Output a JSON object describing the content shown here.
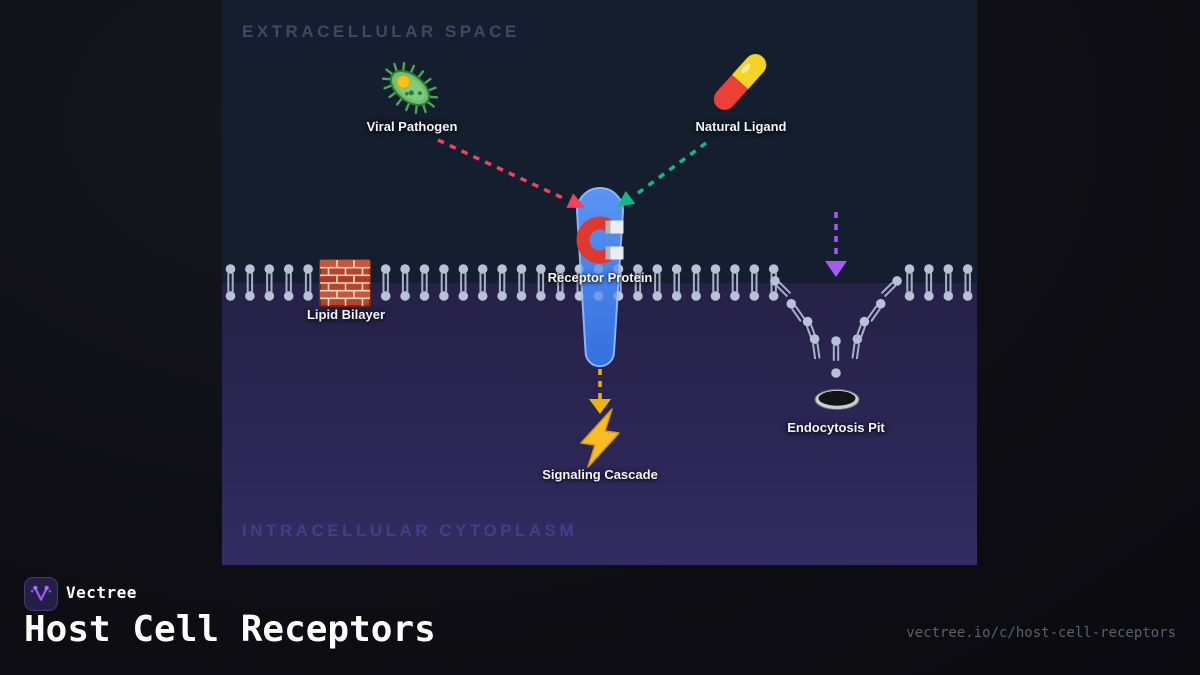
{
  "diagram": {
    "zones": {
      "extracellular": "EXTRACELLULAR SPACE",
      "intracellular": "INTRACELLULAR CYTOPLASM"
    },
    "nodes": [
      {
        "id": "viral-pathogen",
        "label": "Viral Pathogen",
        "icon": "microbe-icon"
      },
      {
        "id": "natural-ligand",
        "label": "Natural Ligand",
        "icon": "pill-icon"
      },
      {
        "id": "receptor-protein",
        "label": "Receptor Protein",
        "icon": "magnet-icon"
      },
      {
        "id": "lipid-bilayer",
        "label": "Lipid Bilayer",
        "icon": "brick-wall-icon"
      },
      {
        "id": "signaling-cascade",
        "label": "Signaling Cascade",
        "icon": "lightning-bolt-icon"
      },
      {
        "id": "endocytosis-pit",
        "label": "Endocytosis Pit",
        "icon": "hole-icon"
      }
    ],
    "arrows": [
      {
        "from": "viral-pathogen",
        "to": "receptor-protein",
        "color": "#f43f5e",
        "style": "dashed"
      },
      {
        "from": "natural-ligand",
        "to": "receptor-protein",
        "color": "#12b886",
        "style": "dashed"
      },
      {
        "from": "receptor-protein",
        "to": "signaling-cascade",
        "color": "#edb112",
        "style": "dashed"
      },
      {
        "from": "extracellular",
        "to": "endocytosis-pit",
        "color": "#a55bf2",
        "style": "dashed"
      }
    ],
    "colors": {
      "extracellular_bg": "#151e2e",
      "intracellular_bg": "#2b2654",
      "membrane_lipid": "#b7c2d7",
      "receptor_blue": "#3b7ae8"
    }
  },
  "footer": {
    "brand": "Vectree",
    "title": "Host Cell Receptors",
    "url": "vectree.io/c/host-cell-receptors",
    "brand_accent": "#a855f7"
  }
}
